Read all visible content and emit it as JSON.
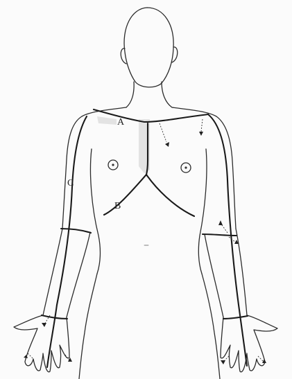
{
  "diagram": {
    "labels": {
      "a": "A",
      "b": "B",
      "c": "C"
    },
    "colors": {
      "line": "#2b2b2b",
      "incision": "#1a1a1a",
      "shading": "#d9d9d9",
      "background": "#fbfbfb"
    }
  }
}
